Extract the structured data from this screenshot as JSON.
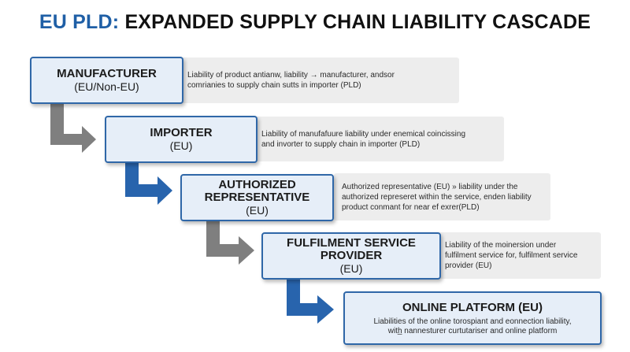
{
  "title": {
    "prefix": "EU PLD:",
    "main": "EXPANDED SUPPLY CHAIN LIABILITY CASCADE"
  },
  "colors": {
    "accent_blue": "#1f5fa6",
    "card_border": "#2f67a8",
    "card_fill": "#e6eef8",
    "desc_fill": "#ededed",
    "arrow_gray": "#7f7f7f",
    "arrow_blue": "#2864ad"
  },
  "steps": [
    {
      "name": "MANUFACTURER",
      "sub": "(EU/Non-EU)",
      "desc_line1": "Liability of product antianw, liability → manufacturer, andsor",
      "desc_line2": "comrianies to supply chain sutts in importer (PLD)"
    },
    {
      "name": "IMPORTER",
      "sub": "(EU)",
      "desc_line1": "Liability of manufafuure liability under enemical coincissing",
      "desc_line2": "and invorter to supply chain in importer (PLD)"
    },
    {
      "name_line1": "AUTHORIZED",
      "name_line2": "REPRESENTATIVE",
      "sub": "(EU)",
      "desc_line1": "Authorized representative (EU) » liability under the",
      "desc_line2": "authorized represeret within the service, enden liability",
      "desc_line3": "product conmant for near ef exrer(PLD)"
    },
    {
      "name_line1": "FULFILMENT SERVICE",
      "name_line2": "PROVIDER",
      "sub": "(EU)",
      "desc_line1": "Liability of the moinersion under",
      "desc_line2": "fulfilment service for, fulfilment service",
      "desc_line3": "provider  (EU)"
    },
    {
      "name": "ONLINE PLATFORM (EU)",
      "desc_line1": "Liabilities of the online torospiant and eonnection liability,",
      "desc_line2": "with̲ nannesturer curtutariser and online platform"
    }
  ],
  "icons": {
    "connector": "bent-arrow-icon"
  }
}
